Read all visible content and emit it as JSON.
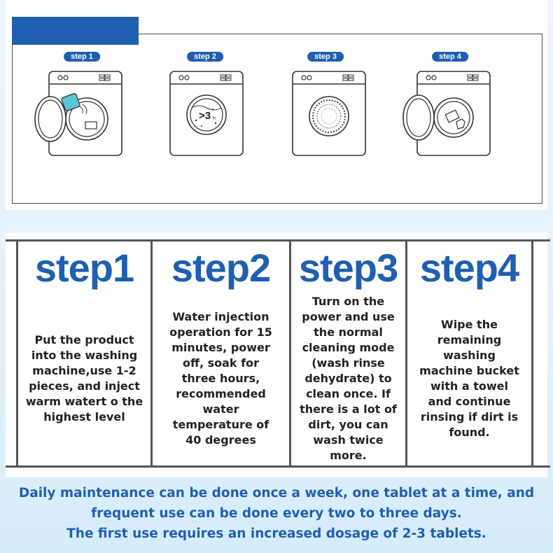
{
  "steps": [
    {
      "pill": "step 1",
      "icon": "washing-machine-add-tablet-icon"
    },
    {
      "pill": "step 2",
      "icon": "washing-machine-soak-3h-icon",
      "badge": ">3",
      "badge_sub": "h"
    },
    {
      "pill": "step 3",
      "icon": "washing-machine-spin-icon"
    },
    {
      "pill": "step 4",
      "icon": "washing-machine-wipe-icon"
    }
  ],
  "columns": [
    {
      "title": "step1",
      "text": "Put the product into the washing machine,use 1-2 pieces, and inject warm watert o the highest level"
    },
    {
      "title": "step2",
      "text": "Water injection operation for 15 minutes, power off, soak for three hours, recommended water temperature of 40 degrees"
    },
    {
      "title": "step3",
      "text": "Turn on the power and use the normal cleaning mode (wash rinse dehydrate) to clean once. If there is a lot of dirt, you can wash twice more."
    },
    {
      "title": "step4",
      "text": "Wipe the remaining washing machine bucket with a towel and continue rinsing if dirt is found."
    }
  ],
  "footer": {
    "line1": "Daily maintenance can be done once a week, one tablet at a time, and",
    "line2": "frequent use can be done every two to three days.",
    "line3": "The first use requires an increased dosage of 2-3 tablets."
  },
  "colors": {
    "accent": "#1f5fb0",
    "tablet": "#5bc3d3",
    "line": "#555555"
  }
}
